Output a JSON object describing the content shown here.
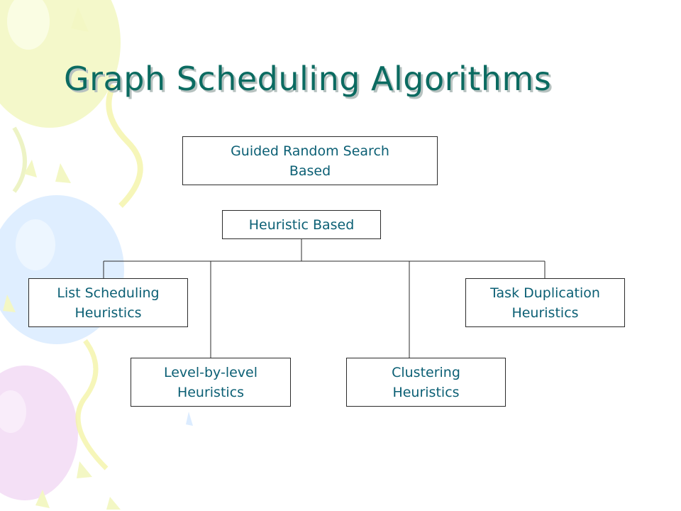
{
  "slide": {
    "title": "Graph Scheduling Algorithms"
  },
  "colors": {
    "title": "#0b6b61",
    "node_text": "#0b5f74",
    "border": "#2b2b2b",
    "balloon_yellow": "#f3f7c4",
    "balloon_blue": "#dcecff",
    "balloon_pink": "#f3ddf5",
    "streamer_yellow": "#f4f4a8"
  },
  "diagram": {
    "nodes": {
      "guided_random": {
        "label": "Guided Random Search Based"
      },
      "heuristic": {
        "label": "Heuristic Based"
      },
      "list_scheduling": {
        "label": "List Scheduling Heuristics"
      },
      "level_by_level": {
        "label": "Level-by-level Heuristics"
      },
      "clustering": {
        "label": "Clustering Heuristics"
      },
      "task_duplication": {
        "label": "Task Duplication Heuristics"
      }
    },
    "edges": [
      {
        "from": "heuristic",
        "to": "list_scheduling"
      },
      {
        "from": "heuristic",
        "to": "level_by_level"
      },
      {
        "from": "heuristic",
        "to": "clustering"
      },
      {
        "from": "heuristic",
        "to": "task_duplication"
      }
    ]
  }
}
